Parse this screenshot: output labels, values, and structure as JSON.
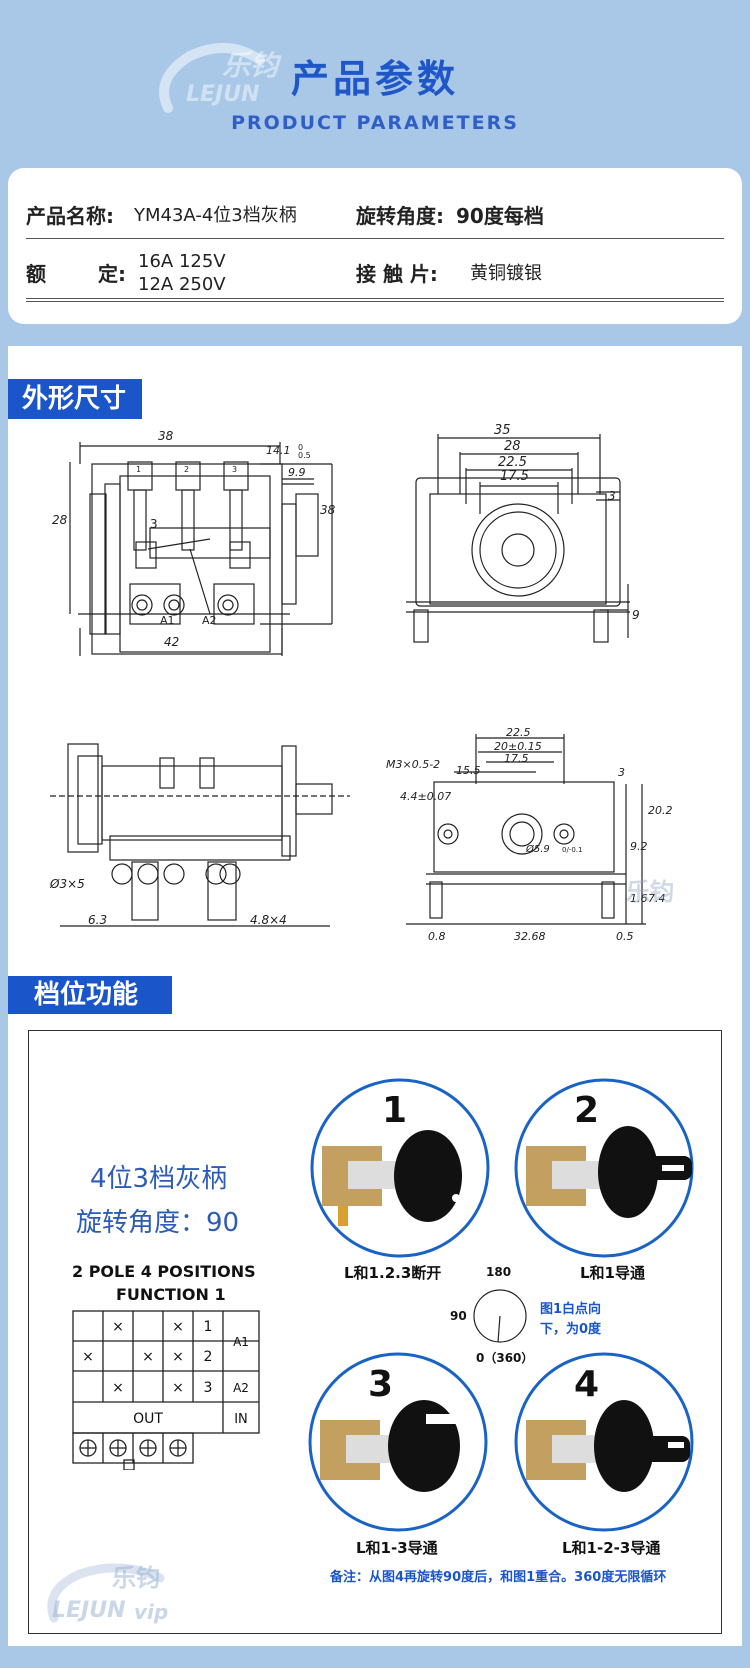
{
  "header": {
    "title_cn": "产品参数",
    "title_en": "PRODUCT PARAMETERS",
    "watermark_cn": "乐钧",
    "watermark_en": "LEJUN",
    "watermark_vip": "vip"
  },
  "params": {
    "name_label": "产品名称:",
    "name_value": "YM43A-4位3档灰柄",
    "angle_label": "旋转角度:",
    "angle_value": "90度每档",
    "rating_label1": "额",
    "rating_label2": "定:",
    "rating_value1": "16A 125V",
    "rating_value2": "12A 250V",
    "contact_label": "接 触 片:",
    "contact_value": "黄铜镀银"
  },
  "dimensions": {
    "section_title": "外形尺寸",
    "d1": {
      "top": "38",
      "left": "28",
      "right": "38",
      "bottom": "42",
      "a1": "A1",
      "a2": "A2",
      "shaft1": "14.1",
      "shaft1_tol_up": "0",
      "shaft1_tol_dn": "0.5",
      "shaft2": "9.9",
      "pin": "3",
      "t1": "1",
      "t2": "2",
      "t3": "3"
    },
    "d2": {
      "w35": "35",
      "w28": "28",
      "w225": "22.5",
      "w175": "17.5",
      "h3": "3",
      "h9": "9"
    },
    "d3": {
      "hole": "Ø3×5",
      "p63": "6.3",
      "p48": "4.8×4"
    },
    "d4": {
      "w225": "22.5",
      "w20": "20±0.15",
      "w175": "17.5",
      "w155": "15.5",
      "m3": "M3×0.5-2",
      "h44": "4.4±0.07",
      "d59": "Ø5.9",
      "d59_tol": "0/-0.1",
      "r3": "3",
      "r202": "20.2",
      "r92": "9.2",
      "r16": "1.6",
      "r74": "7.4",
      "b08": "0.8",
      "b3268": "32.68",
      "b05": "0.5"
    }
  },
  "function": {
    "section_title": "档位功能",
    "type": "4位3档灰柄",
    "angle": "旋转角度：90",
    "table_title1": "2 POLE 4 POSITIONS",
    "table_title2": "FUNCTION 1",
    "x": "×",
    "row_labels": [
      "1",
      "2",
      "3"
    ],
    "side_labels": [
      "A1",
      "A2"
    ],
    "out_label": "OUT",
    "in_label": "IN",
    "positions": [
      {
        "num": "1",
        "caption": "L和1.2.3断开"
      },
      {
        "num": "2",
        "caption": "L和1导通"
      },
      {
        "num": "3",
        "caption": "L和1-3导通"
      },
      {
        "num": "4",
        "caption": "L和1-2-3导通"
      }
    ],
    "dial": {
      "top": "180",
      "left": "90",
      "bottom": "0（360）"
    },
    "dial_note1": "图1白点向",
    "dial_note2": "下，为0度",
    "footnote": "备注：从图4再旋转90度后，和图1重合。360度无限循环"
  }
}
